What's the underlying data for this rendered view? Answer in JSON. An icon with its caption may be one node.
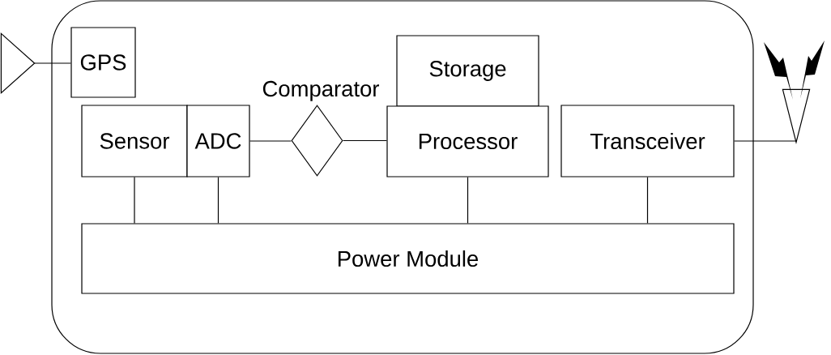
{
  "diagram": {
    "nodes": [
      {
        "text": [],
        "shape": "box"
      },
      {
        "text": [
          "GPS"
        ],
        "in": 0
      },
      {
        "text": [
          "Sensor"
        ],
        "in": 0
      },
      {
        "text": [
          "ADC"
        ],
        "in": 0
      },
      {
        "text": [
          "Comparator"
        ],
        "in": 0
      },
      {
        "text": [
          "Storage"
        ],
        "in": 0
      },
      {
        "text": [
          "Processor"
        ],
        "in": 0
      },
      {
        "text": [
          "Transceiver"
        ],
        "in": 0
      },
      {
        "text": [
          "Power Module"
        ],
        "in": 0
      },
      {
        "text": [],
        "shape": "triangle"
      },
      {
        "text": [],
        "shape": "picture"
      }
    ],
    "edges": [
      {
        "from": 9,
        "to": 1,
        "arrow": "none"
      },
      {
        "from": 3,
        "to": 4,
        "arrow": "none"
      },
      {
        "from": 4,
        "to": 6,
        "arrow": "none"
      },
      {
        "from": 7,
        "to": 10,
        "arrow": "none"
      },
      {
        "from": 2,
        "to": 8,
        "arrow": "none"
      },
      {
        "from": 3,
        "to": 8,
        "arrow": "none"
      },
      {
        "from": 6,
        "to": 8,
        "arrow": "none"
      },
      {
        "from": 7,
        "to": 8,
        "arrow": "none"
      }
    ]
  }
}
